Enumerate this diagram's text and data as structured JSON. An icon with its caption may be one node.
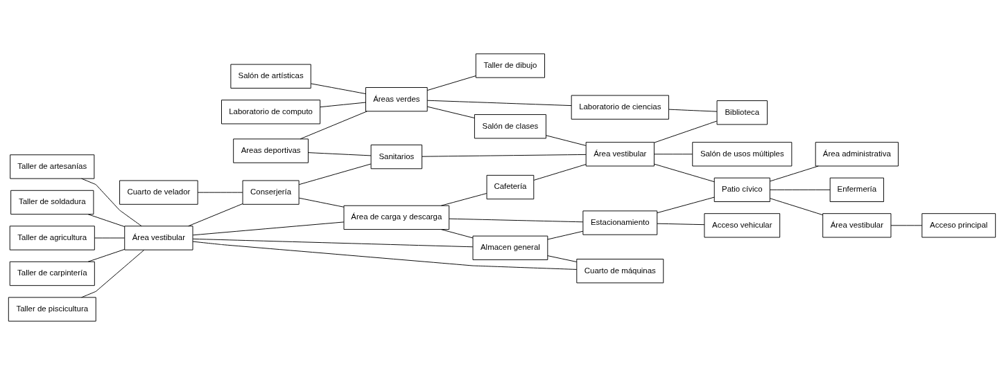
{
  "diagram": {
    "nodes": [
      {
        "text": [
          "Salón de artísticas"
        ]
      },
      {
        "text": [
          "Laboratorio de computo"
        ]
      },
      {
        "text": [
          "Taller de dibujo"
        ]
      },
      {
        "text": [
          "Areas deportivas"
        ]
      },
      {
        "text": [
          "Áreas verdes"
        ]
      },
      {
        "text": [
          "Laboratorio de ciencias"
        ]
      },
      {
        "text": [
          "Cuarto de velador"
        ]
      },
      {
        "text": [
          "Sanitarios"
        ]
      },
      {
        "text": [
          "Salón de clases"
        ]
      },
      {
        "text": [
          "Biblioteca"
        ]
      },
      {
        "text": [
          "Conserjería"
        ]
      },
      {
        "text": [
          "Cafetería"
        ]
      },
      {
        "text": [
          "Área vestibular"
        ]
      },
      {
        "text": [
          "Salón de usos múltiples"
        ]
      },
      {
        "text": [
          "Taller de artesanías"
        ]
      },
      {
        "text": [
          "Taller de soldadura"
        ]
      },
      {
        "text": [
          "Área de carga y descarga"
        ]
      },
      {
        "text": [
          "Taller de agricultura"
        ]
      },
      {
        "text": [
          "Área vestibular"
        ]
      },
      {
        "text": [
          "Estacionamiento"
        ]
      },
      {
        "text": [
          "Patio cívico"
        ]
      },
      {
        "text": [
          "Área administrativa"
        ]
      },
      {
        "text": [
          "Almacen general"
        ]
      },
      {
        "text": [
          "Taller de carpintería"
        ]
      },
      {
        "text": [
          "Taller de piscicultura"
        ]
      },
      {
        "text": [
          "Enfermería"
        ]
      },
      {
        "text": [
          "Área vestibular"
        ]
      },
      {
        "text": [
          "Cuarto de máquinas"
        ]
      },
      {
        "text": [
          "Acceso vehicular"
        ]
      },
      {
        "text": [
          "Acceso principal"
        ]
      }
    ],
    "edges": [
      {
        "from": 14,
        "to": 18,
        "arrow": "none"
      },
      {
        "from": 17,
        "to": 18,
        "arrow": "none"
      },
      {
        "from": 23,
        "to": 18,
        "arrow": "none"
      },
      {
        "from": 15,
        "to": 18,
        "arrow": "none"
      },
      {
        "from": 24,
        "to": 18,
        "arrow": "none"
      },
      {
        "from": 18,
        "to": 10,
        "arrow": "none"
      },
      {
        "from": 18,
        "to": 16,
        "arrow": "none"
      },
      {
        "from": 18,
        "to": 22,
        "arrow": "none"
      },
      {
        "from": 18,
        "to": 27,
        "arrow": "none"
      },
      {
        "from": 6,
        "to": 10,
        "arrow": "none"
      },
      {
        "from": 10,
        "to": 16,
        "arrow": "none"
      },
      {
        "from": 16,
        "to": 22,
        "arrow": "none"
      },
      {
        "from": 22,
        "to": 27,
        "arrow": "none"
      },
      {
        "from": 10,
        "to": 7,
        "arrow": "none"
      },
      {
        "from": 16,
        "to": 11,
        "arrow": "none"
      },
      {
        "from": 16,
        "to": 19,
        "arrow": "none"
      },
      {
        "from": 22,
        "to": 19,
        "arrow": "none"
      },
      {
        "from": 3,
        "to": 7,
        "arrow": "none"
      },
      {
        "from": 19,
        "to": 28,
        "arrow": "none"
      },
      {
        "from": 3,
        "to": 4,
        "arrow": "none"
      },
      {
        "from": 0,
        "to": 4,
        "arrow": "none"
      },
      {
        "from": 1,
        "to": 4,
        "arrow": "none"
      },
      {
        "from": 4,
        "to": 2,
        "arrow": "none"
      },
      {
        "from": 4,
        "to": 5,
        "arrow": "none"
      },
      {
        "from": 4,
        "to": 8,
        "arrow": "none"
      },
      {
        "from": 5,
        "to": 9,
        "arrow": "none"
      },
      {
        "from": 7,
        "to": 12,
        "arrow": "none"
      },
      {
        "from": 8,
        "to": 12,
        "arrow": "none"
      },
      {
        "from": 11,
        "to": 12,
        "arrow": "none"
      },
      {
        "from": 12,
        "to": 9,
        "arrow": "none"
      },
      {
        "from": 12,
        "to": 13,
        "arrow": "none"
      },
      {
        "from": 12,
        "to": 20,
        "arrow": "none"
      },
      {
        "from": 19,
        "to": 20,
        "arrow": "none"
      },
      {
        "from": 20,
        "to": 21,
        "arrow": "none"
      },
      {
        "from": 20,
        "to": 25,
        "arrow": "none"
      },
      {
        "from": 20,
        "to": 26,
        "arrow": "none"
      },
      {
        "from": 26,
        "to": 29,
        "arrow": "none"
      }
    ]
  }
}
